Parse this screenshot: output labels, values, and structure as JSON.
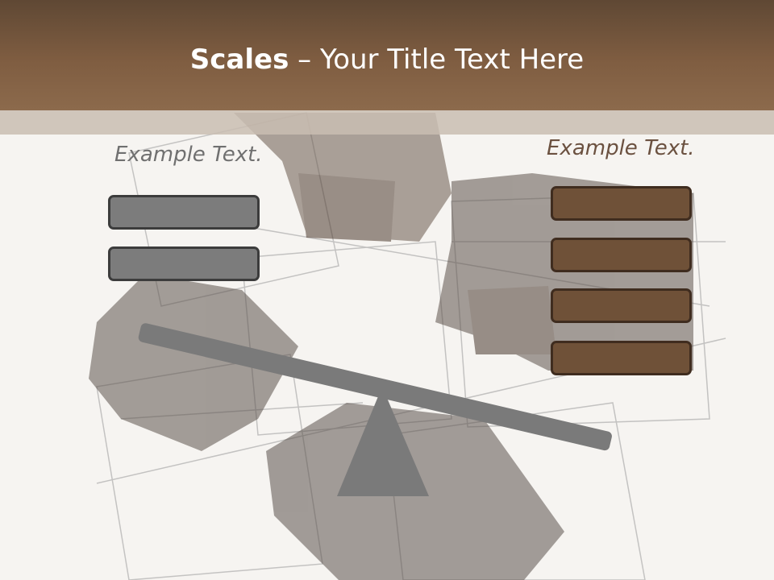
{
  "header": {
    "title_bold": "Scales",
    "title_rest": " – Your Title Text Here"
  },
  "left": {
    "label": "Example Text.",
    "boxes": 2
  },
  "right": {
    "label": "Example Text.",
    "boxes": 4
  },
  "colors": {
    "header": "#7f5d41",
    "gray_box": "#7c7c7c",
    "brown_box": "#6f5138",
    "beam": "#7a7a7a"
  }
}
